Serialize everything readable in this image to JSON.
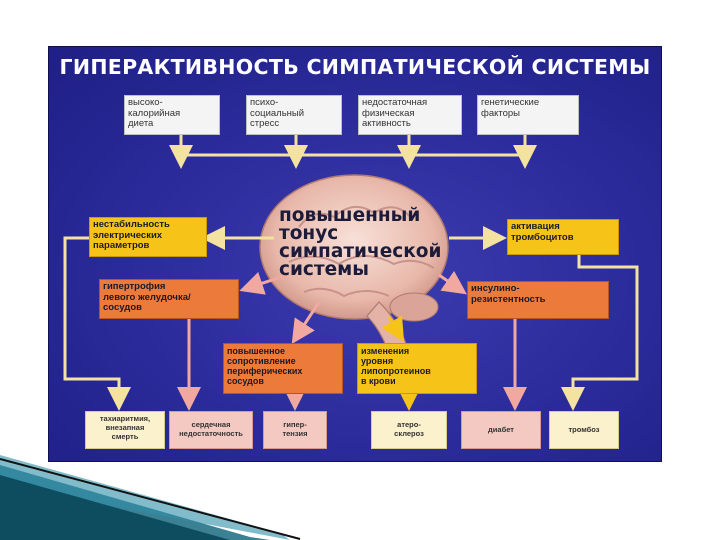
{
  "title": "ГИПЕРАКТИВНОСТЬ СИМПАТИЧЕСКОЙ СИСТЕМЫ",
  "causes": [
    {
      "label": "высоко-\nкалорийная\nдиета"
    },
    {
      "label": "психо-\nсоциальный\nстресс"
    },
    {
      "label": "недостаточная\nфизическая\nактивность"
    },
    {
      "label": "генетические\nфакторы"
    }
  ],
  "center": {
    "label": "повышенный\nтонус\nсимпатической\nсистемы"
  },
  "effects": {
    "left_yellow": "нестабильность\nэлектрических\nпараметров",
    "right_yellow": "активация\nтромбоцитов",
    "left_orange": "гипертрофия\nлевого желудочка/\nсосудов",
    "right_orange": "инсулино-\nрезистентность",
    "mid_orange": "повышенное\nсопротивление\nпериферических\nсосудов",
    "mid_yellow": "изменения\nуровня\nлипопротеинов\nв крови"
  },
  "outcomes": [
    {
      "label": "тахиаритмия,\nвнезапная\nсмерть"
    },
    {
      "label": "сердечная\nнедостаточность"
    },
    {
      "label": "гипер-\nтензия"
    },
    {
      "label": "атеро-\nсклероз"
    },
    {
      "label": "диабет"
    },
    {
      "label": "тромбоз"
    }
  ]
}
